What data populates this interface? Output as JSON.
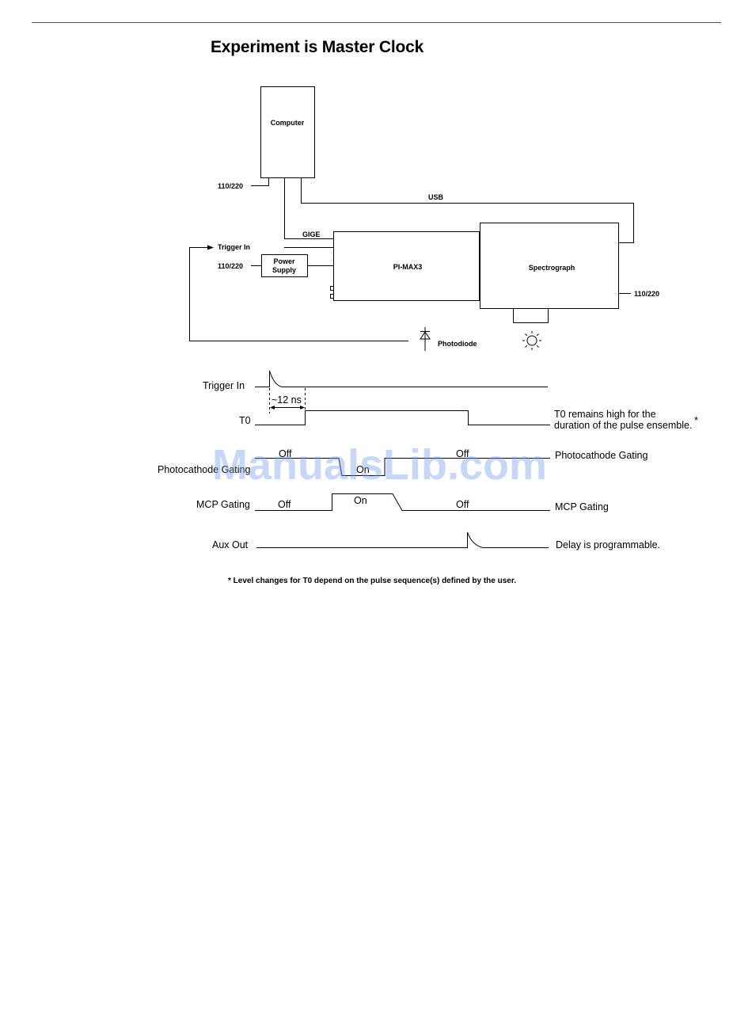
{
  "title": "Experiment is Master Clock",
  "blocks": {
    "computer": "Computer",
    "pimax": "PI-MAX3",
    "spectrograph": "Spectrograph",
    "power_supply_line1": "Power",
    "power_supply_line2": "Supply"
  },
  "connections": {
    "power_computer": "110/220",
    "power_supply": "110/220",
    "power_spectrograph": "110/220",
    "usb": "USB",
    "gige": "GIGE",
    "trigger_in": "Trigger In",
    "photodiode": "Photodiode"
  },
  "timing": {
    "trigger_in": "Trigger In",
    "delay": "~12 ns",
    "t0": "T0",
    "t0_note_line1": "T0 remains high for the",
    "t0_note_line2": "duration of the pulse ensemble.",
    "asterisk": "*",
    "photocathode_gating_left": "Photocathode Gating",
    "photocathode_gating_right": "Photocathode Gating",
    "mcp_gating_left": "MCP Gating",
    "mcp_gating_right": "MCP Gating",
    "off": "Off",
    "on": "On",
    "aux_out": "Aux Out",
    "aux_note": "Delay is programmable."
  },
  "footnote": "* Level changes for T0 depend on the pulse sequence(s) defined by the user.",
  "watermark": "ManualsLib.com"
}
